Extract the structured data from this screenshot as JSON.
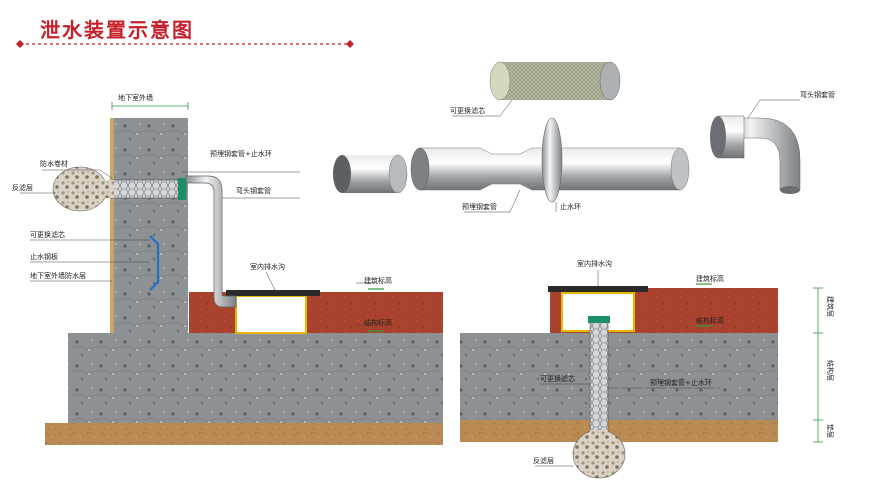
{
  "title": "泄水装置示意图",
  "colors": {
    "title": "#c8202a",
    "brick": "#a8422c",
    "concrete": "#8e9296",
    "soil": "#b98a52",
    "pipe": "#a7abae",
    "green_label_line": "#2f9a3a",
    "waterstop": "#1f6fd1",
    "grate": "#2a2a2a",
    "gutter_edge": "#e6b800"
  },
  "left_section": {
    "wall_label": "地下室外墙",
    "waterproof_roll": "防水卷材",
    "reverse_filter": "反滤层",
    "replaceable_filter": "可更换滤芯",
    "waterstop_plate": "止水钢板",
    "wall_waterproof": "地下室外墙防水层",
    "sleeve_ring": "预埋钢套管+止水环",
    "elbow_sleeve": "弯头钢套管",
    "indoor_gutter": "室内排水沟",
    "building_level": "建筑标高",
    "structure_level": "结构标高"
  },
  "exploded": {
    "replaceable_filter": "可更换滤芯",
    "embedded_sleeve": "预埋钢套管",
    "water_ring": "止水环",
    "elbow_sleeve": "弯头钢套管"
  },
  "right_section": {
    "indoor_gutter": "室内排水沟",
    "building_level": "建筑标高",
    "structure_level": "结构标高",
    "replaceable_filter": "可更换滤芯",
    "sleeve_ring": "预埋钢套管+止水环",
    "reverse_filter": "反滤层",
    "side_building_layer": "建筑层",
    "side_structure_layer": "结构层",
    "side_cushion": "垫层"
  }
}
